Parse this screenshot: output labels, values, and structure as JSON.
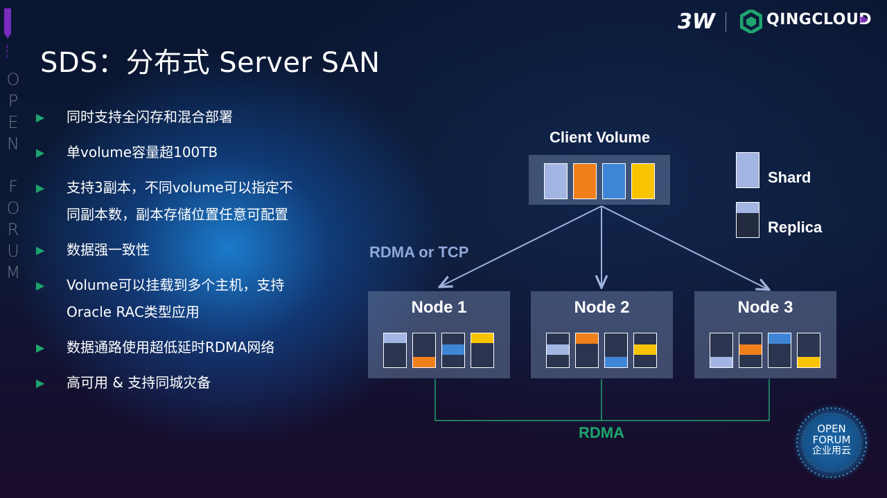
{
  "brand": {
    "vertical_text": [
      "O",
      "P",
      "E",
      "N",
      " ",
      "F",
      "O",
      "R",
      "U",
      "M"
    ],
    "logo_3w": "3W",
    "logo_qingcloud": "QINGCLOUD",
    "openforum_line1": "OPEN",
    "openforum_line2": "FORUM",
    "openforum_line3": "企业用云",
    "accent_color": "#7a2bbf",
    "bullet_color": "#1ea56f"
  },
  "title": "SDS：分布式 Server SAN",
  "bullets": [
    "同时支持全闪存和混合部署",
    "单volume容量超100TB",
    "支持3副本，不同volume可以指定不同副本数，副本存储位置任意可配置",
    "数据强一致性",
    "Volume可以挂载到多个主机，支持Oracle RAC类型应用",
    "数据通路使用超低延时RDMA网络",
    "高可用 & 支持同城灾备"
  ],
  "diagram": {
    "client_volume_label": "Client Volume",
    "legend_shard": "Shard",
    "legend_replica": "Replica",
    "link_label": "RDMA or TCP",
    "rdma_label": "RDMA",
    "nodes": [
      "Node 1",
      "Node 2",
      "Node 3"
    ],
    "colors": {
      "shard_lightblue": "#a3b6e3",
      "orange": "#f07f1c",
      "blue": "#3f85d6",
      "yellow": "#f8c300",
      "rdma_green": "#1ea56f",
      "link_label": "#8fa8d8"
    }
  }
}
